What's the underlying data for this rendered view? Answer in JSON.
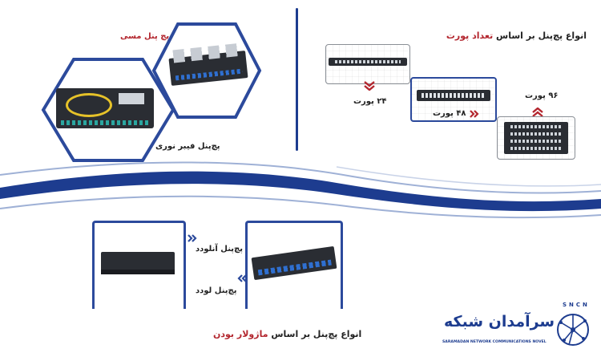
{
  "port_section": {
    "title_prefix": "انواع پچ‌پنل بر اساس",
    "title_highlight": "تعداد پورت",
    "label_24": "۲۴ پورت",
    "label_48": "۴۸ پورت",
    "label_96": "۹۶ پورت"
  },
  "type_section": {
    "copper_label": "پچ پنل مسی",
    "fiber_label": "پچ‌پنل فیبر نوری"
  },
  "modular_section": {
    "title_prefix": "انواع پچ‌پنل بر اساس",
    "title_highlight": "ماژولار بودن",
    "unloaded_label": "پچ‌پنل آنلودد",
    "loaded_label": "پچ‌پنل لودد"
  },
  "brand": {
    "name_fa": "سرآمدان شبکه",
    "name_en": "SARAMADAN NETWORK COMMUNICATIONS NOVEL",
    "logo_letters": "SNCN"
  },
  "colors": {
    "accent_red": "#b3262e",
    "brand_blue": "#1d3c8f",
    "frame_blue": "#2c4a9c"
  }
}
